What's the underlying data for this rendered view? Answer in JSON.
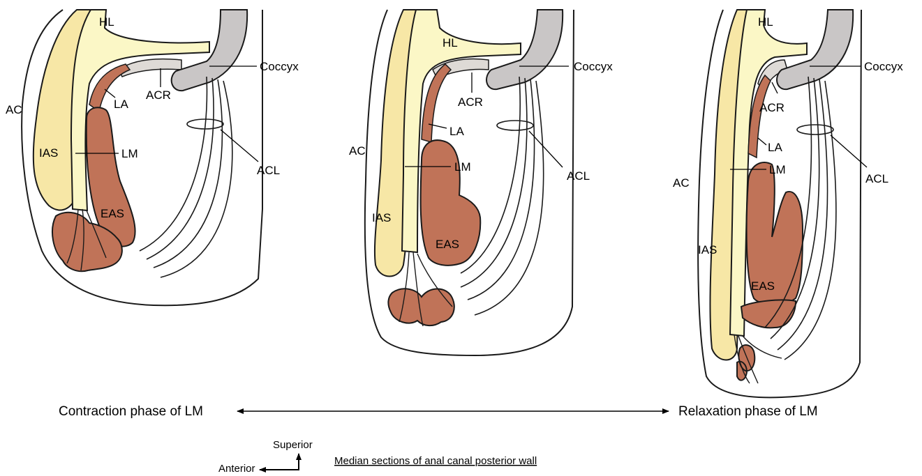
{
  "colors": {
    "background": "#ffffff",
    "outline": "#1a1a1a",
    "fat_yellow": "#f7e7a6",
    "pale_yellow": "#fbf7c6",
    "muscle": "#c07358",
    "bone": "#c9c6c6",
    "raphe": "#dedad6"
  },
  "panels": [
    {
      "name": "contraction",
      "labels": {
        "hl": "HL",
        "coccyx": "Coccyx",
        "ac": "AC",
        "acr": "ACR",
        "la": "LA",
        "ias": "IAS",
        "lm": "LM",
        "acl": "ACL",
        "eas": "EAS"
      }
    },
    {
      "name": "intermediate",
      "labels": {
        "hl": "HL",
        "coccyx": "Coccyx",
        "ac": "AC",
        "acr": "ACR",
        "la": "LA",
        "ias": "IAS",
        "lm": "LM",
        "acl": "ACL",
        "eas": "EAS"
      }
    },
    {
      "name": "relaxation",
      "labels": {
        "hl": "HL",
        "coccyx": "Coccyx",
        "ac": "AC",
        "acr": "ACR",
        "la": "LA",
        "ias": "IAS",
        "lm": "LM",
        "acl": "ACL",
        "eas": "EAS"
      }
    }
  ],
  "phase_axis": {
    "left_label": "Contraction phase of LM",
    "right_label": "Relaxation phase of LM"
  },
  "orientation": {
    "superior": "Superior",
    "anterior": "Anterior"
  },
  "caption": "Median sections of anal canal posterior wall"
}
